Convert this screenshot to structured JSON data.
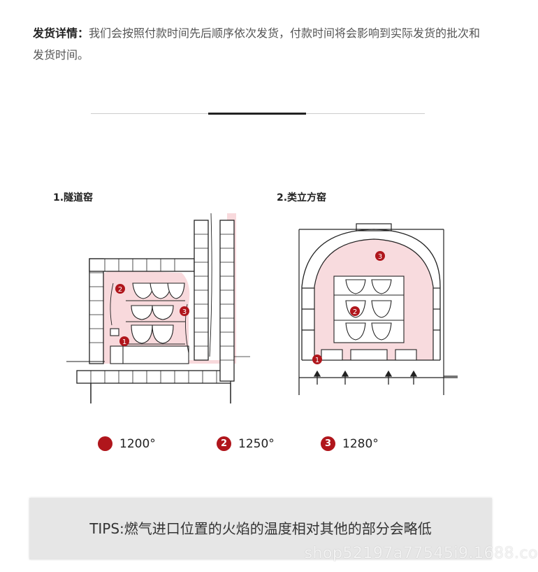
{
  "notice": {
    "label": "发货详情：",
    "text": "我们会按照付款时间先后顺序依次发货，付款时间将会影响到实际发货的批次和发货时间。"
  },
  "diagrams": [
    {
      "title": "1.隧道窑"
    },
    {
      "title": "2.类立方窑"
    }
  ],
  "legend": [
    {
      "marker": "",
      "value": "1200°"
    },
    {
      "marker": "2",
      "value": "1250°"
    },
    {
      "marker": "3",
      "value": "1280°"
    }
  ],
  "markers": {
    "m1": "1",
    "m2": "2",
    "m3": "3"
  },
  "tips": {
    "text": "TIPS:燃气进口位置的火焰的温度相对其他的部分会略低"
  },
  "watermark": "shop52197a77545i9.1688.co",
  "colors": {
    "flame": "#f7d5d8",
    "marker": "#b0161c",
    "line": "#222222"
  }
}
